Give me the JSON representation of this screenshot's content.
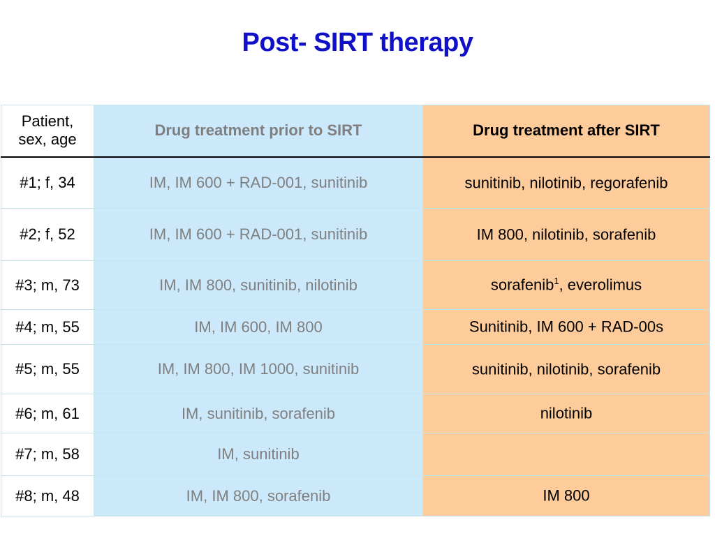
{
  "title": "Post- SIRT therapy",
  "colors": {
    "title": "#1010c8",
    "prior_bg": "#cce9fb",
    "after_bg": "#fdcc9a",
    "prior_text": "#7f7f7f"
  },
  "table": {
    "headers": {
      "patient_line1": "Patient,",
      "patient_line2": "sex, age",
      "prior": "Drug treatment prior to SIRT",
      "after": "Drug treatment after SIRT"
    },
    "rows": [
      {
        "patient": "#1; f, 34",
        "prior": "IM, IM 600 + RAD-001, sunitinib",
        "after": "sunitinib, nilotinib, regorafenib",
        "after_sup": "",
        "after_rest": "",
        "height": 74
      },
      {
        "patient": "#2;  f, 52",
        "prior": "IM, IM 600 + RAD-001, sunitinib",
        "after": "IM 800, nilotinib, sorafenib",
        "after_sup": "",
        "after_rest": "",
        "height": 75
      },
      {
        "patient": "#3; m, 73",
        "prior": "IM, IM 800, sunitinib, nilotinib",
        "after": "sorafenib",
        "after_sup": "1",
        "after_rest": ", everolimus",
        "height": 70
      },
      {
        "patient": "#4; m, 55",
        "prior": "IM, IM 600, IM 800",
        "after": "Sunitinib, IM 600 + RAD-00s",
        "after_sup": "",
        "after_rest": "",
        "height": 50
      },
      {
        "patient": "#5; m, 55",
        "prior": "IM, IM 800, IM 1000, sunitinib",
        "after": "sunitinib, nilotinib, sorafenib",
        "after_sup": "",
        "after_rest": "",
        "height": 71
      },
      {
        "patient": "#6; m, 61",
        "prior": "IM, sunitinib, sorafenib",
        "after": "nilotinib",
        "after_sup": "",
        "after_rest": "",
        "height": 56
      },
      {
        "patient": "#7; m, 58",
        "prior": "IM, sunitinib",
        "after": "",
        "after_sup": "",
        "after_rest": "",
        "height": 61
      },
      {
        "patient": "#8; m, 48",
        "prior": "IM, IM 800, sorafenib",
        "after": "IM 800",
        "after_sup": "",
        "after_rest": "",
        "height": 58
      }
    ]
  }
}
